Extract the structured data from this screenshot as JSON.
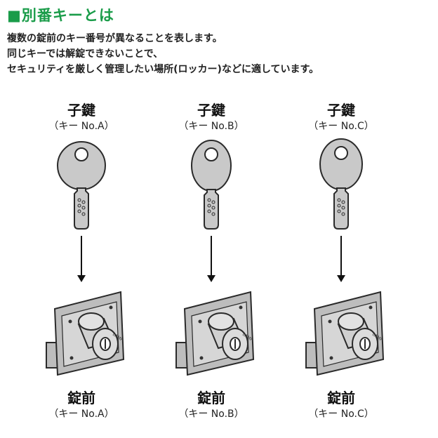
{
  "header": {
    "title_mark": "■",
    "title": "別番キーとは",
    "lines": [
      "複数の錠前のキー番号が異なることを表します。",
      "同じキーでは解錠できないことで、",
      "セキュリティを厳しく管理したい場所(ロッカー)などに適しています。"
    ]
  },
  "columns": [
    {
      "key_title": "子鍵",
      "key_sub": "（キー No.A）",
      "lock_title": "錠前",
      "lock_sub": "（キー No.A）"
    },
    {
      "key_title": "子鍵",
      "key_sub": "（キー No.B）",
      "lock_title": "錠前",
      "lock_sub": "（キー No.B）"
    },
    {
      "key_title": "子鍵",
      "key_sub": "（キー No.C）",
      "lock_title": "錠前",
      "lock_sub": "（キー No.C）"
    }
  ],
  "lock_stamp": "LAMP",
  "colors": {
    "title": "#1a9c49",
    "key_fill": "#c9c9c9",
    "lock_fill": "#bdbdbd",
    "outline": "#2a2a2a"
  }
}
